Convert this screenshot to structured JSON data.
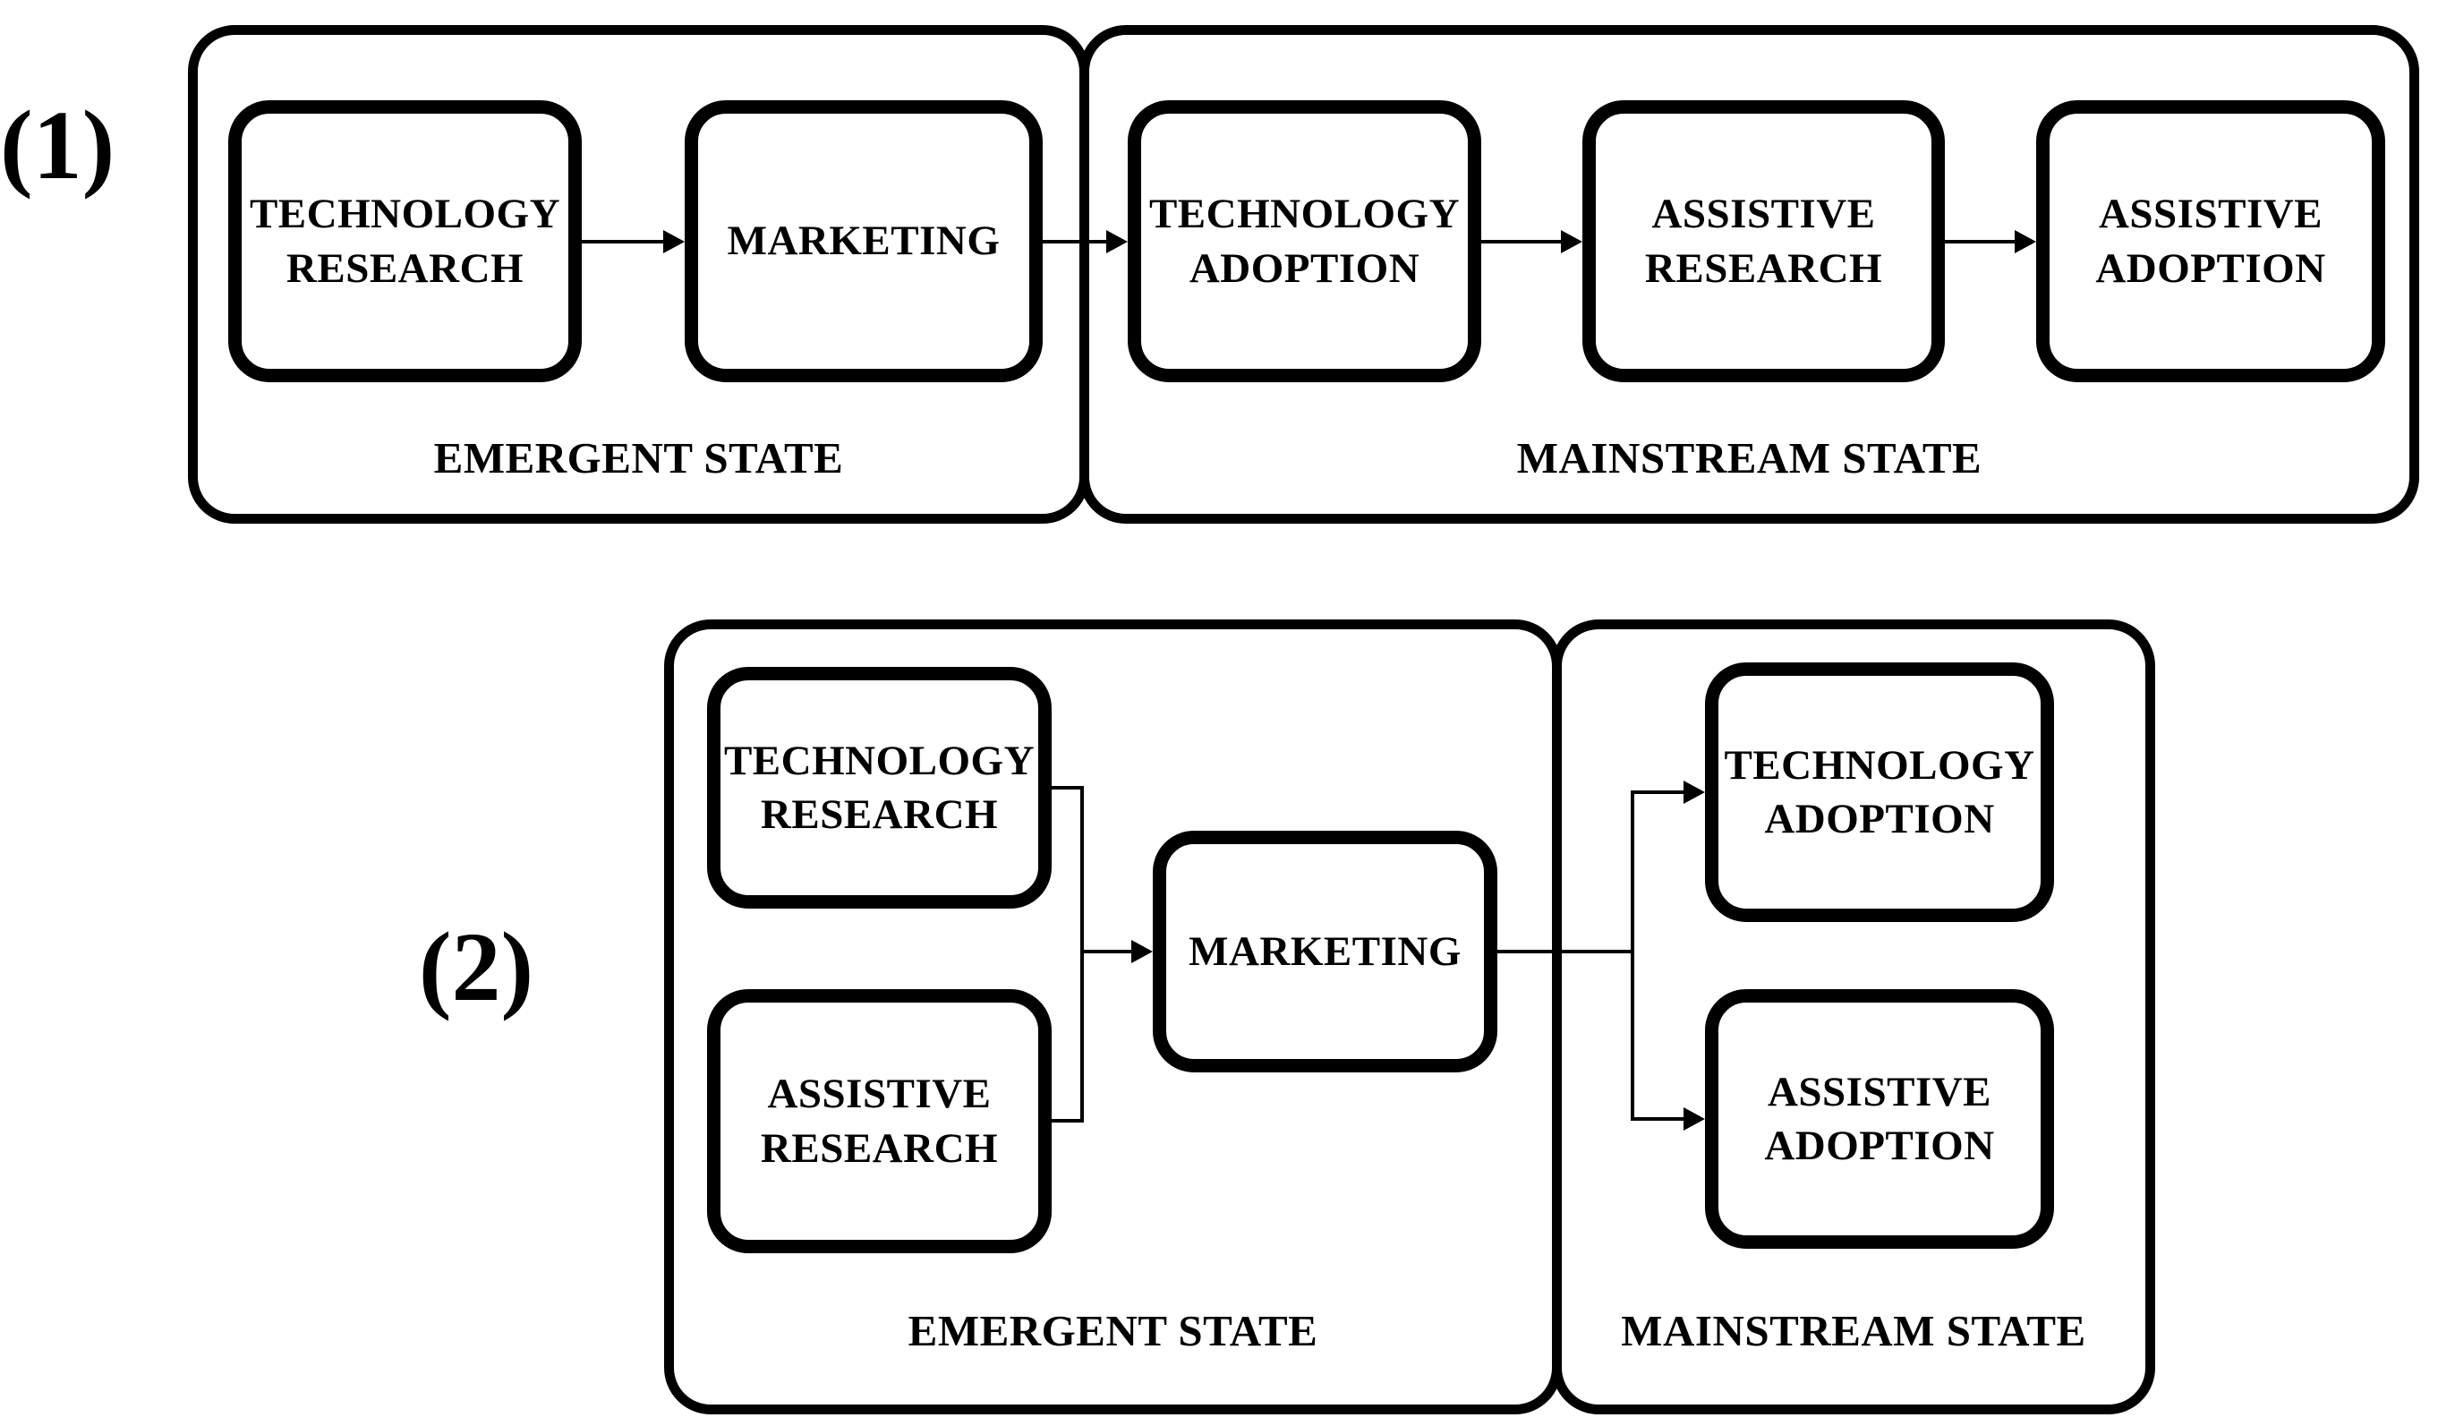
{
  "figure": {
    "background": "#ffffff",
    "ink": "#000000",
    "diagrams": [
      {
        "index_label": "(1)",
        "groups": [
          {
            "label": "EMERGENT STATE"
          },
          {
            "label": "MAINSTREAM STATE"
          }
        ],
        "nodes": [
          {
            "line1": "TECHNOLOGY",
            "line2": "RESEARCH"
          },
          {
            "line1": "MARKETING",
            "line2": ""
          },
          {
            "line1": "TECHNOLOGY",
            "line2": "ADOPTION"
          },
          {
            "line1": "ASSISTIVE",
            "line2": "RESEARCH"
          },
          {
            "line1": "ASSISTIVE",
            "line2": "ADOPTION"
          }
        ]
      },
      {
        "index_label": "(2)",
        "groups": [
          {
            "label": "EMERGENT STATE"
          },
          {
            "label": "MAINSTREAM STATE"
          }
        ],
        "nodes": [
          {
            "line1": "TECHNOLOGY",
            "line2": "RESEARCH"
          },
          {
            "line1": "ASSISTIVE",
            "line2": "RESEARCH"
          },
          {
            "line1": "MARKETING",
            "line2": ""
          },
          {
            "line1": "TECHNOLOGY",
            "line2": "ADOPTION"
          },
          {
            "line1": "ASSISTIVE",
            "line2": "ADOPTION"
          }
        ]
      }
    ]
  }
}
